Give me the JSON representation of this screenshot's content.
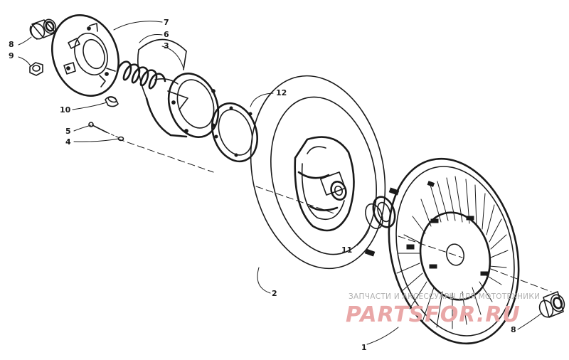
{
  "labels": {
    "l1": "1",
    "l2": "2",
    "l3": "3",
    "l4": "4",
    "l5": "5",
    "l6": "6",
    "l7": "7",
    "l8a": "8",
    "l8b": "8",
    "l9": "9",
    "l10": "10",
    "l11": "11",
    "l12": "12"
  },
  "watermark": {
    "tagline": "ЗАПЧАСТИ И АКСЕССУАРЫ ДЛЯ МОТОТЕХНИКИ",
    "brand": "PARTSFOR.RU"
  }
}
